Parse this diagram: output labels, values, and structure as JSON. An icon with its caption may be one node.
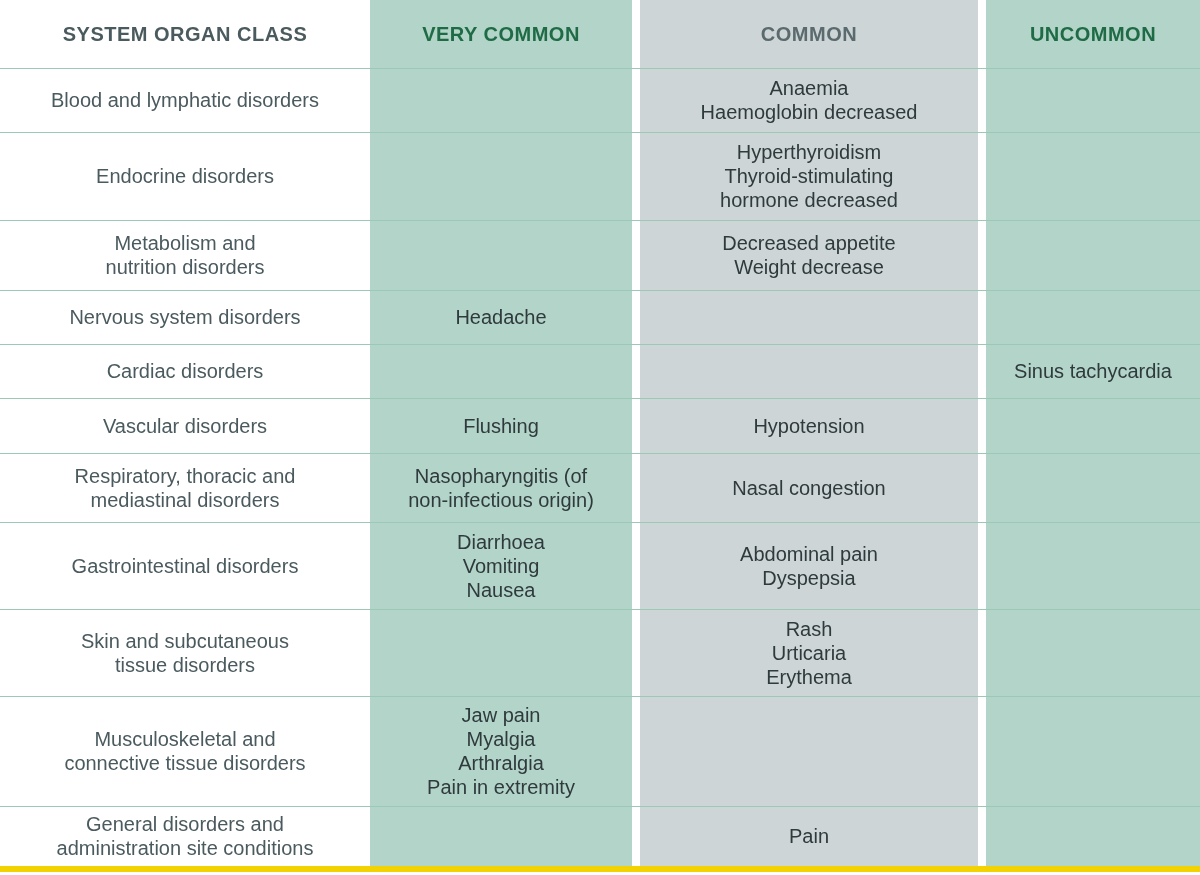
{
  "diagram": {
    "labels": [
      "SYSTEM ORGAN CLASS",
      "VERY COMMON",
      "COMMON",
      "UNCOMMON",
      "Blood and lymphatic disorders",
      "Anaemia",
      "Haemoglobin decreased",
      "Endocrine disorders",
      "Hyperthyroidism",
      "Thyroid-stimulating hormone decreased",
      "Metabolism and nutrition disorders",
      "Decreased appetite",
      "Weight decrease",
      "Nervous system disorders",
      "Headache",
      "Cardiac disorders",
      "Sinus tachycardia",
      "Vascular disorders",
      "Flushing",
      "Hypotension",
      "Respiratory, thoracic and mediastinal disorders",
      "Nasopharyngitis (of non-infectious origin)",
      "Nasal congestion",
      "Gastrointestinal disorders",
      "Diarrhoea",
      "Vomiting",
      "Nausea",
      "Abdominal pain",
      "Dyspepsia",
      "Skin and subcutaneous tissue disorders",
      "Rash",
      "Urticaria",
      "Erythema",
      "Musculoskeletal and connective tissue disorders",
      "Jaw pain",
      "Myalgia",
      "Arthralgia",
      "Pain in extremity",
      "General disorders and administration site conditions",
      "Pain"
    ]
  }
}
